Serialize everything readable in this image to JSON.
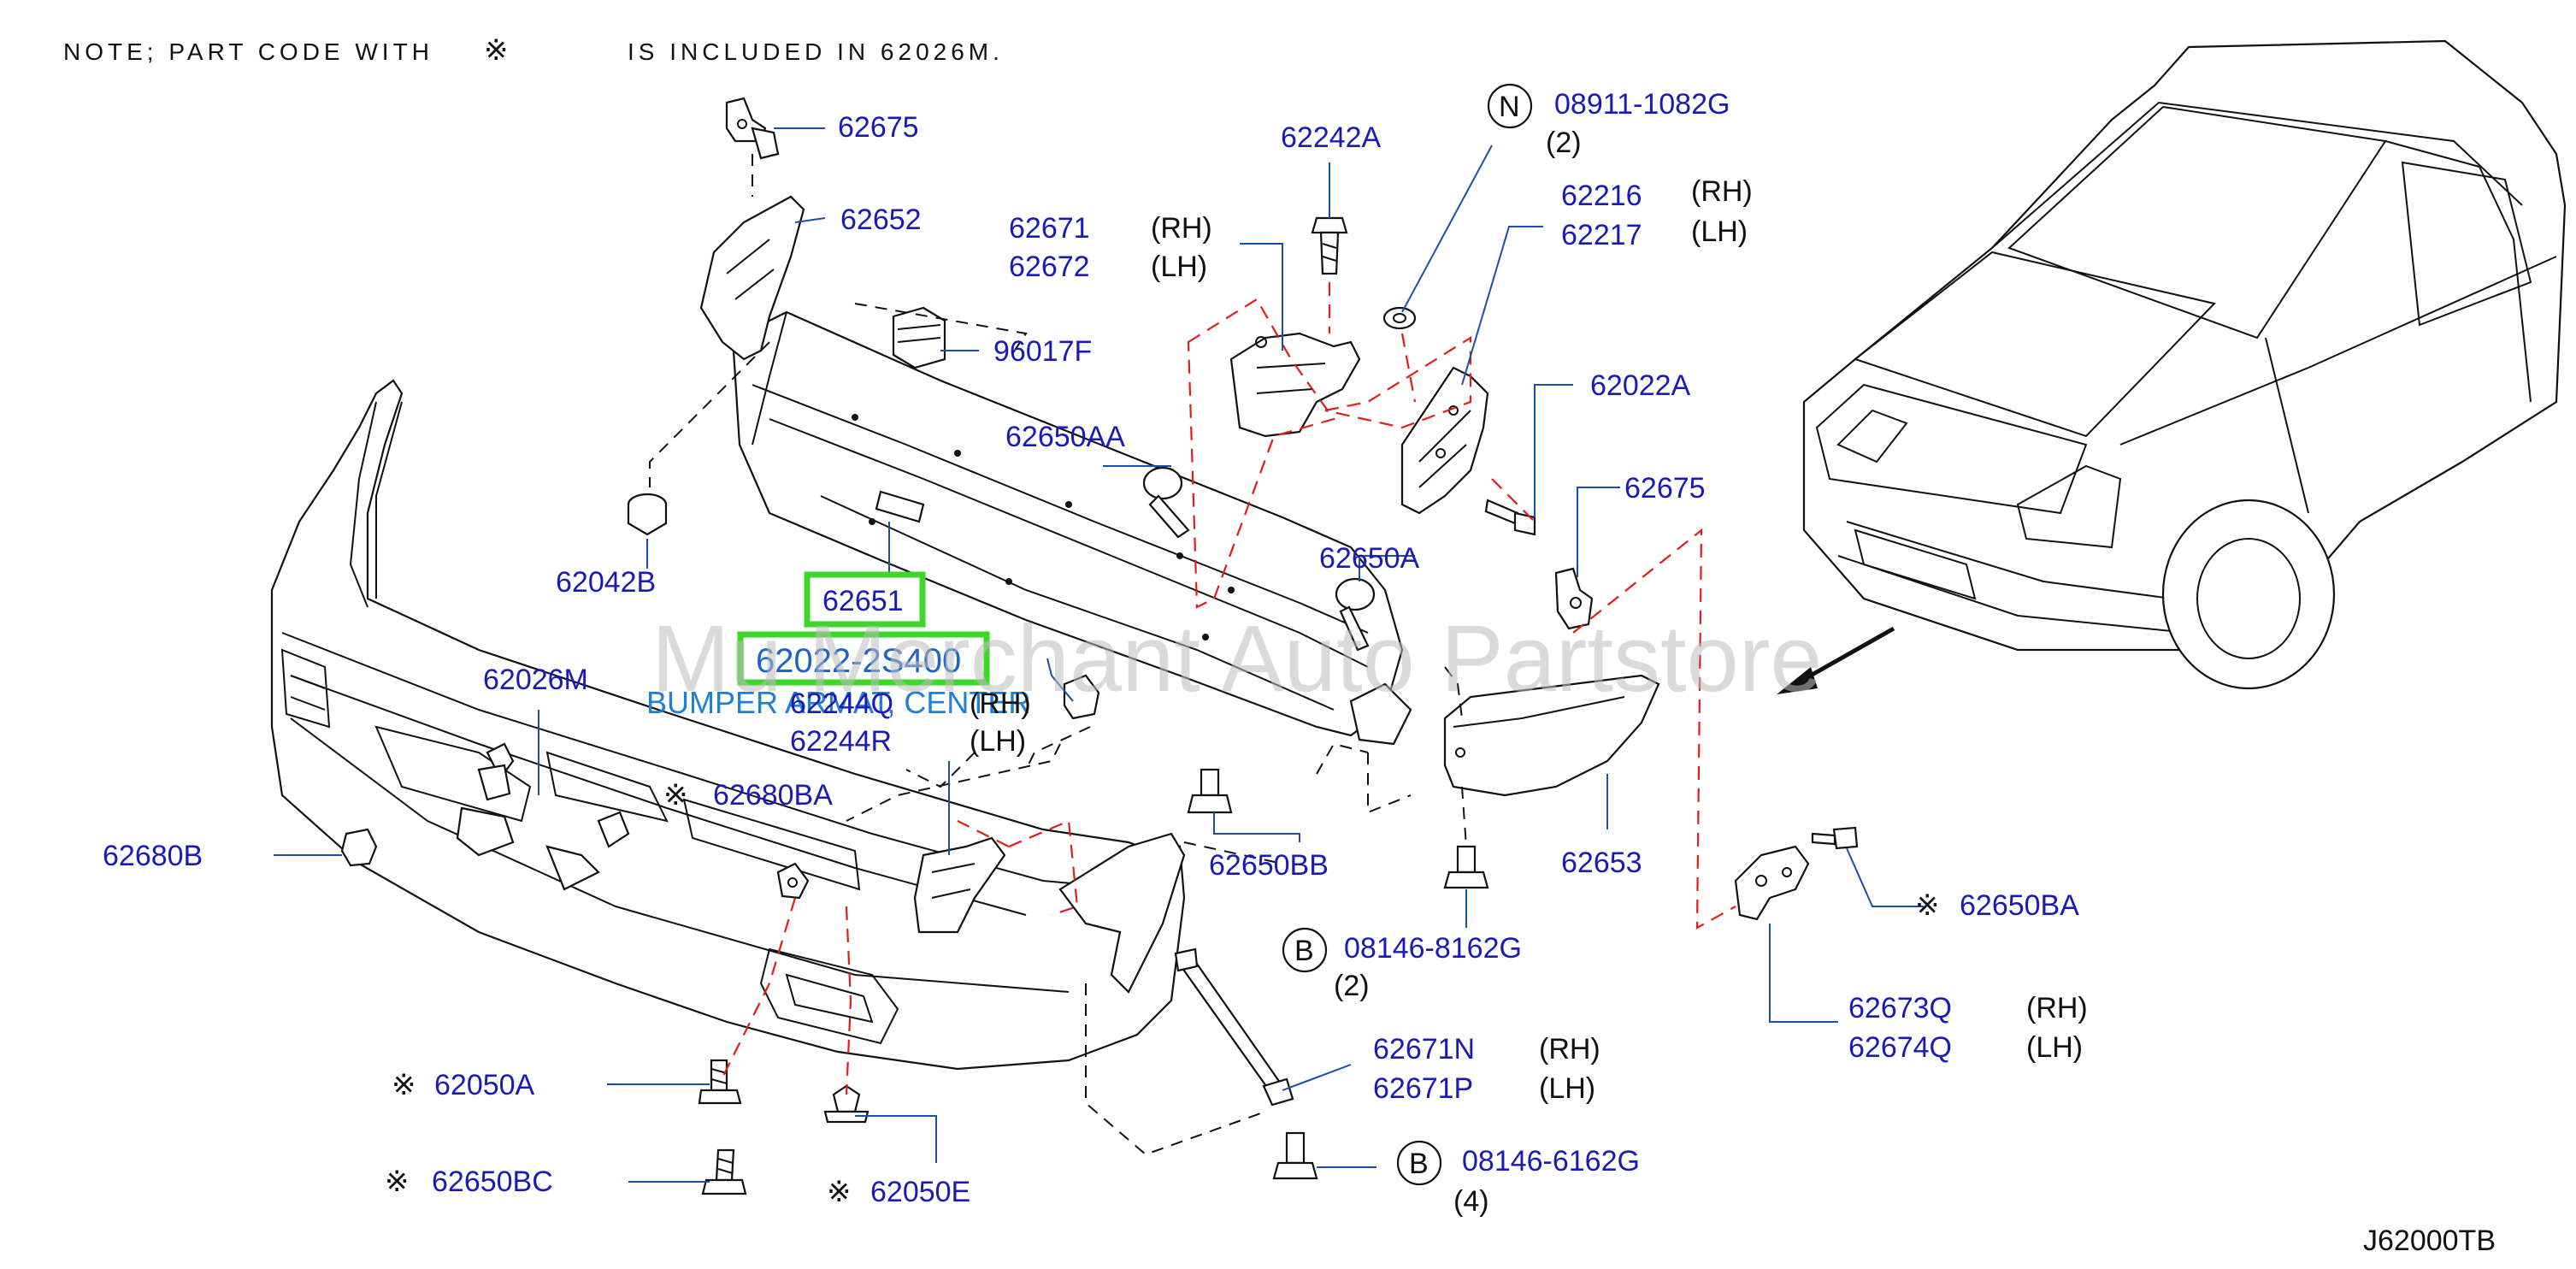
{
  "note": {
    "prefix": "NOTE;  PART  CODE  WITH",
    "mark": "※",
    "suffix": "IS  INCLUDED  IN  62026M."
  },
  "watermark": "Mu Merchant Auto Partstore",
  "diagram_code": "J62000TB",
  "asterisk": "※",
  "labels": {
    "p62675_top": "62675",
    "p62652": "62652",
    "p96017F": "96017F",
    "p62042B": "62042B",
    "p62651": "62651",
    "p62022_selected": "62022-2S400",
    "bumper_desc": "BUMPER ARMAT, CENTER",
    "p62244Q": "62244Q",
    "p62244R": "62244R",
    "p62026M": "62026M",
    "p62680BA": "62680BA",
    "p62680B": "62680B",
    "p62050A": "62050A",
    "p62650BC": "62650BC",
    "p62050E": "62050E",
    "p62242A": "62242A",
    "p62671": "62671",
    "p62672": "62672",
    "p62650AA": "62650AA",
    "p62650A": "62650A",
    "p62650BB": "62650BB",
    "p08911": "08911-1082G",
    "qty_08911": "(2)",
    "p62216": "62216",
    "p62217": "62217",
    "p62022A": "62022A",
    "p62675_right": "62675",
    "p62653": "62653",
    "p08146_8162G": "08146-8162G",
    "qty_8162G": "(2)",
    "p62671N": "62671N",
    "p62671P": "62671P",
    "p08146_6162G": "08146-6162G",
    "qty_6162G": "(4)",
    "p62650BA": "62650BA",
    "p62673Q": "62673Q",
    "p62674Q": "62674Q"
  },
  "sides": {
    "rh": "(RH)",
    "lh": "(LH)"
  },
  "circle_letters": {
    "n": "N",
    "b1": "B",
    "b2": "B"
  },
  "colors": {
    "part_label": "#1a1ab8",
    "highlight": "#3fd62b",
    "selected_text": "#1f63c9",
    "red_dashed": "#e21b1b"
  }
}
